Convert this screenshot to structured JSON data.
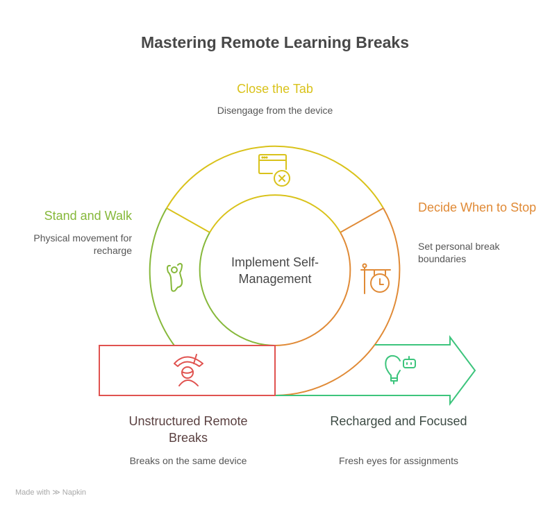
{
  "title": "Mastering Remote Learning Breaks",
  "center": {
    "label": "Implement Self-Management"
  },
  "segments": [
    {
      "id": "close-the-tab",
      "title": "Close the Tab",
      "description": "Disengage from the device",
      "icon": "browser-close-icon",
      "color": "#d9c21a"
    },
    {
      "id": "stand-and-walk",
      "title": "Stand and Walk",
      "description": "Physical movement for recharge",
      "icon": "person-moving-icon",
      "color": "#86b83a"
    },
    {
      "id": "decide-when-to-stop",
      "title": "Decide When to Stop",
      "description": "Set personal break boundaries",
      "icon": "hanging-clock-icon",
      "color": "#e08a36"
    }
  ],
  "start": {
    "title": "Unstructured Remote Breaks",
    "description": "Breaks on the same device",
    "icon": "person-signal-icon",
    "color": "#e0524f"
  },
  "end": {
    "title": "Recharged and Focused",
    "description": "Fresh eyes for assignments",
    "icon": "lightbulb-robot-icon",
    "color": "#3cc47c"
  },
  "footer": {
    "text": "Made with",
    "brand": "Napkin"
  }
}
